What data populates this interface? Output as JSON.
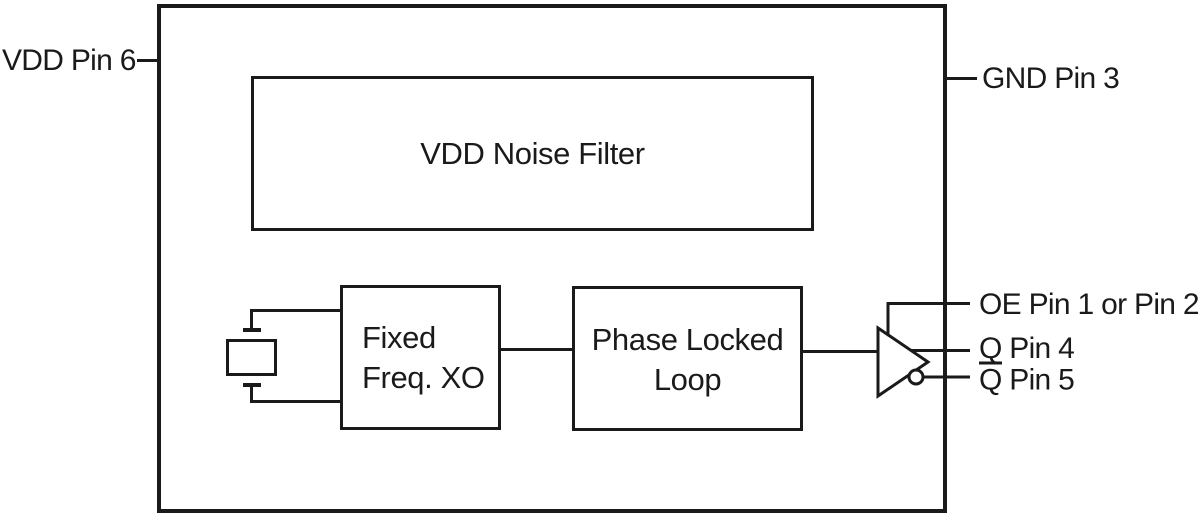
{
  "colors": {
    "line": "#1a1a1a",
    "background": "#ffffff"
  },
  "blocks": {
    "vdd_noise_filter": "VDD Noise Filter",
    "xo_line1": "Fixed",
    "xo_line2": "Freq. XO",
    "pll_line1": "Phase Locked",
    "pll_line2": "Loop"
  },
  "pins": {
    "vdd": "VDD Pin 6",
    "gnd": "GND Pin 3",
    "oe": "OE Pin 1 or Pin 2",
    "q": "Q Pin 4",
    "qbar_overlined": "Q",
    "qbar_rest": " Pin 5"
  }
}
